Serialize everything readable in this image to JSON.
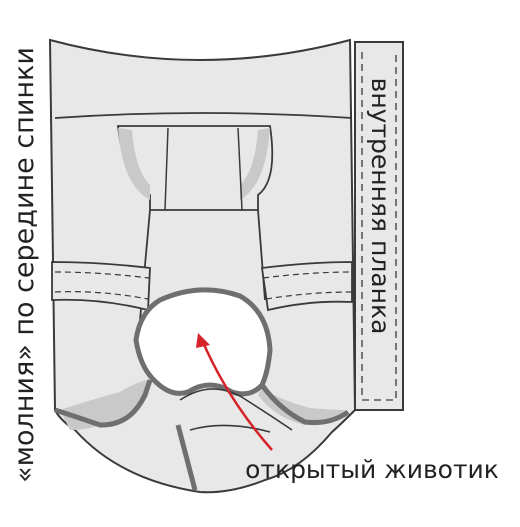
{
  "labels": {
    "left_vertical": "«молния» по середине спинки",
    "right_vertical": "внутренняя планка",
    "bottom": "открытый животик"
  },
  "colors": {
    "garment_fill": "#e8e8e8",
    "shadow": "#c9c9c9",
    "outline": "#3a3a3a",
    "trim": "#6f6f6f",
    "arrow": "#d6232a",
    "text": "#222222"
  }
}
